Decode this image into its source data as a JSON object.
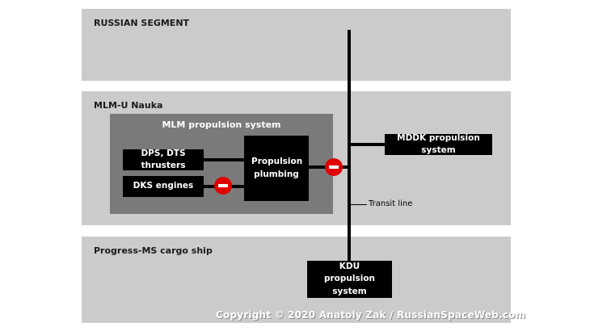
{
  "segments": {
    "russian": "RUSSIAN SEGMENT",
    "mlm": "MLM-U Nauka",
    "progress": "Progress-MS cargo ship"
  },
  "boxes": {
    "mlm_propulsion": "MLM propulsion system",
    "dps_dts": "DPS, DTS thrusters",
    "dks": "DKS engines",
    "plumbing": "Propulsion plumbing",
    "mddk": "MDDK propulsion system",
    "kdu_line1": "KDU",
    "kdu_line2": "propulsion system"
  },
  "transit_line": "Transit line",
  "copyright": "Copyright © 2020 Anatoly Zak / RussianSpaceWeb.com",
  "colors": {
    "band": "#cbcbcb",
    "propulsion_group": "#7a7a7a",
    "box": "#000000",
    "valve": "#e00000"
  }
}
